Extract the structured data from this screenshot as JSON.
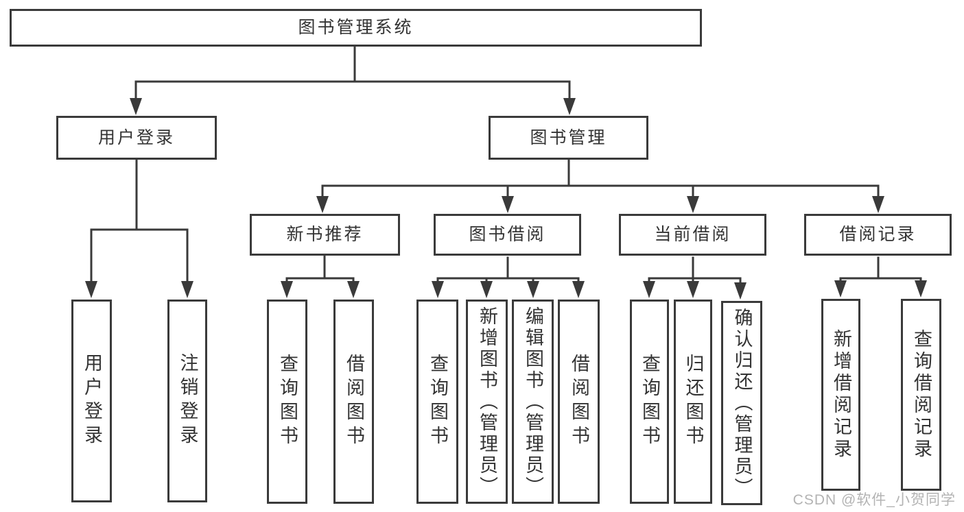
{
  "colors": {
    "line": "#3a3a3a",
    "box_border": "#3a3a3a",
    "text": "#333333",
    "background": "#ffffff",
    "watermark": "#b3b3b3"
  },
  "tree": {
    "root": "图书管理系统",
    "user_login": {
      "label": "用户登录",
      "leaves": [
        "用户登录",
        "注销登录"
      ]
    },
    "book_mgmt": {
      "label": "图书管理",
      "sections": [
        {
          "label": "新书推荐",
          "leaves": [
            "查询图书",
            "借阅图书"
          ]
        },
        {
          "label": "图书借阅",
          "leaves": [
            "查询图书",
            "新增图书（管理员）",
            "编辑图书（管理员）",
            "借阅图书"
          ]
        },
        {
          "label": "当前借阅",
          "leaves": [
            "查询图书",
            "归还图书",
            "确认归还（管理员）"
          ]
        },
        {
          "label": "借阅记录",
          "leaves": [
            "新增借阅记录",
            "查询借阅记录"
          ]
        }
      ]
    }
  },
  "watermark": "CSDN @软件_小贺同学"
}
